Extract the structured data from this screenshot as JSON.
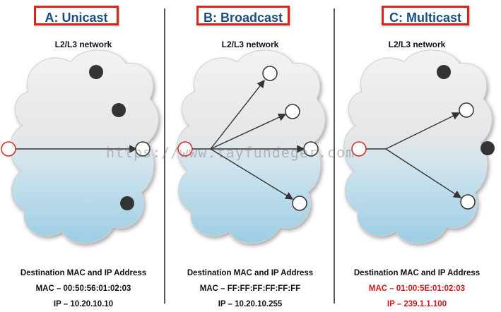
{
  "panels": [
    {
      "title": "A: Unicast",
      "network_label": "L2/L3 network",
      "dest_heading": "Destination MAC and IP Address",
      "mac": "MAC – 00:50:56:01:02:03",
      "ip": "IP – 10.20.10.10",
      "address_color": "#111111"
    },
    {
      "title": "B: Broadcast",
      "network_label": "L2/L3 network",
      "dest_heading": "Destination MAC and IP Address",
      "mac": "MAC – FF:FF:FF:FF:FF:FF",
      "ip": "IP – 10.20.10.255",
      "address_color": "#111111"
    },
    {
      "title": "C: Multicast",
      "network_label": "L2/L3 network",
      "dest_heading": "Destination MAC and IP Address",
      "mac": "MAC – 01:00:5E:01:02:03",
      "ip": "IP – 239.1.1.100",
      "address_color": "#d0161a"
    }
  ],
  "watermark": "https://www.tayfundeger.com",
  "colors": {
    "title_border": "#d9261c",
    "title_text": "#1a4d80",
    "source_node_border": "#d9261c",
    "receiver_node": "#ffffff",
    "other_node": "#333333"
  }
}
